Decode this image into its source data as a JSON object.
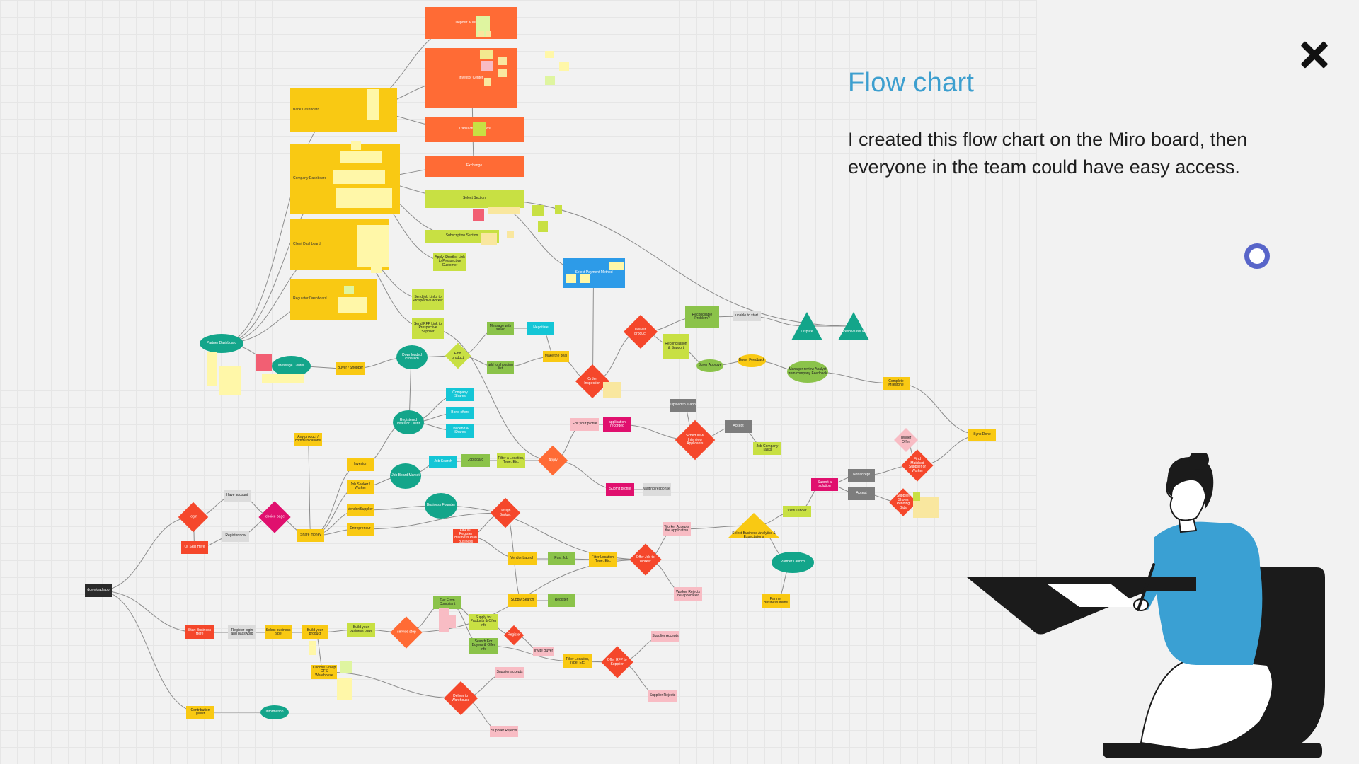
{
  "panel": {
    "title": "Flow chart",
    "description": "I created this flow chart on the Miro board, then everyone in the team could have easy access."
  },
  "icons": {
    "close": "close-icon",
    "indicator": "ring-indicator-icon",
    "illustration": "person-drawing-at-desk-illustration"
  },
  "colors": {
    "title": "#3d9fcf",
    "indicator_ring": "#5865c9",
    "orange": "#ff6b35",
    "yellow": "#f9c913",
    "lime": "#c8e043",
    "green": "#8bc34a",
    "teal": "#13a58a",
    "cyan": "#14c6d6",
    "blue": "#2d9be8",
    "red": "#f5472b",
    "magenta": "#e0106e",
    "pink": "#f8bcc4",
    "gray": "#7d7d7d",
    "dark": "#2a2a2a",
    "illustration_blue": "#3aa0d3"
  },
  "diagram": {
    "nodes": [
      {
        "id": "deposit-withdraw",
        "label": "Deposit & Withdraw",
        "color": "orange"
      },
      {
        "id": "investor-center",
        "label": "Investor Center",
        "color": "orange"
      },
      {
        "id": "transaction-reports",
        "label": "Transaction Reports",
        "color": "orange"
      },
      {
        "id": "exchange",
        "label": "Exchange",
        "color": "orange"
      },
      {
        "id": "bank-dashboard",
        "label": "Bank Dashboard",
        "color": "yellow"
      },
      {
        "id": "company-dashboard",
        "label": "Company Dashboard",
        "color": "yellow"
      },
      {
        "id": "client-dashboard",
        "label": "Client Dashboard",
        "color": "yellow"
      },
      {
        "id": "regulator-dashboard",
        "label": "Regulator Dashboard",
        "color": "yellow"
      },
      {
        "id": "select-section",
        "label": "Select Section",
        "color": "lime"
      },
      {
        "id": "subscription-section",
        "label": "Subscription Section",
        "color": "lime"
      },
      {
        "id": "apply-shortlist",
        "label": "Apply Shortlist Link to Prospective Customer",
        "color": "lime"
      },
      {
        "id": "send-job-links",
        "label": "Send job Links to Prospective worker",
        "color": "lime"
      },
      {
        "id": "send-rfp",
        "label": "Send RFP Link to Prospective Supplier",
        "color": "lime"
      },
      {
        "id": "select-payment",
        "label": "Select Payment Method",
        "color": "blue"
      },
      {
        "id": "partner-dashboard",
        "label": "Partner Dashboard",
        "color": "teal"
      },
      {
        "id": "message-center",
        "label": "Message Center",
        "color": "teal"
      },
      {
        "id": "buyer-shopper",
        "label": "Buyer / Shopper",
        "color": "yellow"
      },
      {
        "id": "downloaded-shared",
        "label": "Downloaded (Shared)",
        "color": "teal"
      },
      {
        "id": "find-product",
        "label": "Find product",
        "color": "lime"
      },
      {
        "id": "message-seller",
        "label": "Message with seller",
        "color": "green"
      },
      {
        "id": "negotiate",
        "label": "Negotiate",
        "color": "cyan"
      },
      {
        "id": "add-to-shopping-list",
        "label": "add to shopping list",
        "color": "green"
      },
      {
        "id": "make-the-deal",
        "label": "Make the deal",
        "color": "yellow"
      },
      {
        "id": "deliver-product",
        "label": "Deliver product",
        "color": "red"
      },
      {
        "id": "order-inspection",
        "label": "Order Inspection",
        "color": "red"
      },
      {
        "id": "reconcilable-problem",
        "label": "Reconcilable Problem?",
        "color": "green"
      },
      {
        "id": "unable-to-start",
        "label": "unable to start",
        "color": "gray-light"
      },
      {
        "id": "dispute",
        "label": "Dispute",
        "color": "teal"
      },
      {
        "id": "resolve-issue",
        "label": "Resolve Issue",
        "color": "teal"
      },
      {
        "id": "reconciliation-support",
        "label": "Reconciliation & Support",
        "color": "lime"
      },
      {
        "id": "buyer-approve",
        "label": "Buyer Approve",
        "color": "green"
      },
      {
        "id": "buyer-feedback",
        "label": "Buyer Feedback",
        "color": "yellow"
      },
      {
        "id": "manager-review",
        "label": "Manager review Analyst from company Feedback",
        "color": "green"
      },
      {
        "id": "complete-milestone",
        "label": "Complete Milestone",
        "color": "yellow"
      },
      {
        "id": "sync-done",
        "label": "Sync Done",
        "color": "yellow"
      },
      {
        "id": "company-shares",
        "label": "Company Shares",
        "color": "cyan"
      },
      {
        "id": "bond-offers",
        "label": "Bond offers",
        "color": "cyan"
      },
      {
        "id": "dividend-shares",
        "label": "Dividend & Shares",
        "color": "cyan"
      },
      {
        "id": "registered-investor",
        "label": "Registered Investor Client",
        "color": "teal"
      },
      {
        "id": "any-product-comm",
        "label": "Any product / communications",
        "color": "yellow"
      },
      {
        "id": "investor",
        "label": "Investor",
        "color": "yellow"
      },
      {
        "id": "job-seeker",
        "label": "Job Seeker / Worker",
        "color": "yellow"
      },
      {
        "id": "job-board",
        "label": "Job Board Market",
        "color": "teal"
      },
      {
        "id": "job-search",
        "label": "Job Search",
        "color": "cyan"
      },
      {
        "id": "job-board-2",
        "label": "Job board",
        "color": "green"
      },
      {
        "id": "filter-location",
        "label": "Filter a Location, Type, Etc.",
        "color": "lime"
      },
      {
        "id": "apply",
        "label": "Apply",
        "color": "orange"
      },
      {
        "id": "vendor-supplier",
        "label": "Vendor/Supplier",
        "color": "yellow"
      },
      {
        "id": "entrepreneur",
        "label": "Entrepreneur",
        "color": "yellow"
      },
      {
        "id": "edit-your-profile",
        "label": "Edit your profile",
        "color": "pink"
      },
      {
        "id": "application-recorded",
        "label": "application recorded",
        "color": "magenta"
      },
      {
        "id": "submit-profile",
        "label": "Submit profile",
        "color": "magenta"
      },
      {
        "id": "waiting-response",
        "label": "waiting response",
        "color": "gray-light"
      },
      {
        "id": "upload-to-eapp",
        "label": "Upload to e-app",
        "color": "gray"
      },
      {
        "id": "accept",
        "label": "Accept",
        "color": "gray"
      },
      {
        "id": "job-company-tasks",
        "label": "Job Company Tasks",
        "color": "lime"
      },
      {
        "id": "schedule-interview",
        "label": "Schedule & Interview Applicants",
        "color": "red"
      },
      {
        "id": "tender-offer",
        "label": "Tender Offer",
        "color": "pink"
      },
      {
        "id": "find-matched",
        "label": "Find Matched Supplier or Worker",
        "color": "red"
      },
      {
        "id": "supplier-shows-pending",
        "label": "Supplier Shows Pending Bids",
        "color": "red"
      },
      {
        "id": "not-accept",
        "label": "Not accept",
        "color": "gray"
      },
      {
        "id": "accept-2",
        "label": "Accept",
        "color": "gray"
      },
      {
        "id": "submit-a-solution",
        "label": "Submit a solution",
        "color": "magenta"
      },
      {
        "id": "view-tender",
        "label": "View Tender",
        "color": "lime"
      },
      {
        "id": "partner-launch",
        "label": "Partner Launch",
        "color": "teal"
      },
      {
        "id": "partner-business-items",
        "label": "Partner Business Items",
        "color": "yellow"
      },
      {
        "id": "select-business-analytics",
        "label": "Select Business Analytics & Expectations",
        "color": "yellow"
      },
      {
        "id": "download-app",
        "label": "download app",
        "color": "dark"
      },
      {
        "id": "login",
        "label": "login",
        "color": "red"
      },
      {
        "id": "have-account",
        "label": "Have account",
        "color": "gray-light"
      },
      {
        "id": "no-account",
        "label": "Or Skip Here",
        "color": "red"
      },
      {
        "id": "register-now",
        "label": "Register now",
        "color": "gray-light"
      },
      {
        "id": "choice-page",
        "label": "choice page",
        "color": "magenta"
      },
      {
        "id": "share-money",
        "label": "Share money",
        "color": "yellow"
      },
      {
        "id": "business-founder",
        "label": "Business Founder",
        "color": "teal"
      },
      {
        "id": "design-budget",
        "label": "Design Budget",
        "color": "red"
      },
      {
        "id": "launch-register",
        "label": "Launch Register Business Plan Business",
        "color": "red"
      },
      {
        "id": "vendor-launch",
        "label": "Vendor Launch",
        "color": "yellow"
      },
      {
        "id": "post-job",
        "label": "Post Job",
        "color": "green"
      },
      {
        "id": "filter-location-2",
        "label": "Filter Location, Type, Etc.",
        "color": "yellow"
      },
      {
        "id": "offer-job-worker",
        "label": "Offer Job to Worker",
        "color": "red"
      },
      {
        "id": "worker-accepts",
        "label": "Worker Accepts the application",
        "color": "pink"
      },
      {
        "id": "worker-rejects",
        "label": "Worker Rejects the application",
        "color": "pink"
      },
      {
        "id": "start-business-here",
        "label": "Start Business Here",
        "color": "red"
      },
      {
        "id": "register-login-password",
        "label": "Register login and password",
        "color": "gray-light"
      },
      {
        "id": "select-business-type",
        "label": "Select business type",
        "color": "yellow"
      },
      {
        "id": "build-your-product",
        "label": "Build your product",
        "color": "yellow"
      },
      {
        "id": "build-business-page",
        "label": "Build your business page",
        "color": "lime"
      },
      {
        "id": "service-step",
        "label": "service step",
        "color": "orange"
      },
      {
        "id": "get-from-compliant",
        "label": "Get From Compliant",
        "color": "green"
      },
      {
        "id": "supply-search",
        "label": "Supply Search",
        "color": "yellow"
      },
      {
        "id": "register-vendor",
        "label": "Register",
        "color": "green"
      },
      {
        "id": "supply-product",
        "label": "Supply for Products & Offer Info",
        "color": "lime"
      },
      {
        "id": "search-for-buyers",
        "label": "Search For Buyers & Offer Info",
        "color": "green"
      },
      {
        "id": "vendor-diamond",
        "label": "Register",
        "color": "red"
      },
      {
        "id": "invite-buyer",
        "label": "Invite Buyer",
        "color": "pink"
      },
      {
        "id": "filter-location-3",
        "label": "Filter Location, Type, Etc.",
        "color": "yellow"
      },
      {
        "id": "offer-rfp-supplier",
        "label": "Offer RFP to Supplier",
        "color": "red"
      },
      {
        "id": "supplier-accepts",
        "label": "Supplier Accepts",
        "color": "pink"
      },
      {
        "id": "supplier-rejects",
        "label": "Supplier Rejects",
        "color": "pink"
      },
      {
        "id": "choose-group",
        "label": "Choose Group GFS Warehouse",
        "color": "yellow"
      },
      {
        "id": "supplier-accepts-2",
        "label": "Supplier accepts",
        "color": "pink"
      },
      {
        "id": "deliver-to-warehouse",
        "label": "Deliver to Warehouse",
        "color": "red"
      },
      {
        "id": "supplier-rejects-2",
        "label": "Supplier Rejects",
        "color": "pink"
      },
      {
        "id": "contribution-guest",
        "label": "Contribution guest",
        "color": "yellow"
      },
      {
        "id": "information",
        "label": "Information",
        "color": "teal"
      }
    ]
  }
}
